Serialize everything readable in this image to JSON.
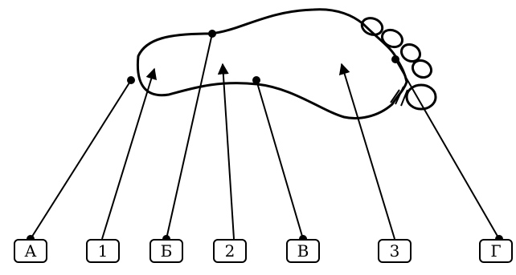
{
  "labels": {
    "a": "А",
    "n1": "1",
    "b": "Б",
    "n2": "2",
    "v": "В",
    "n3": "3",
    "g": "Г"
  },
  "colors": {
    "ink": "#000000",
    "background": "#ffffff"
  }
}
